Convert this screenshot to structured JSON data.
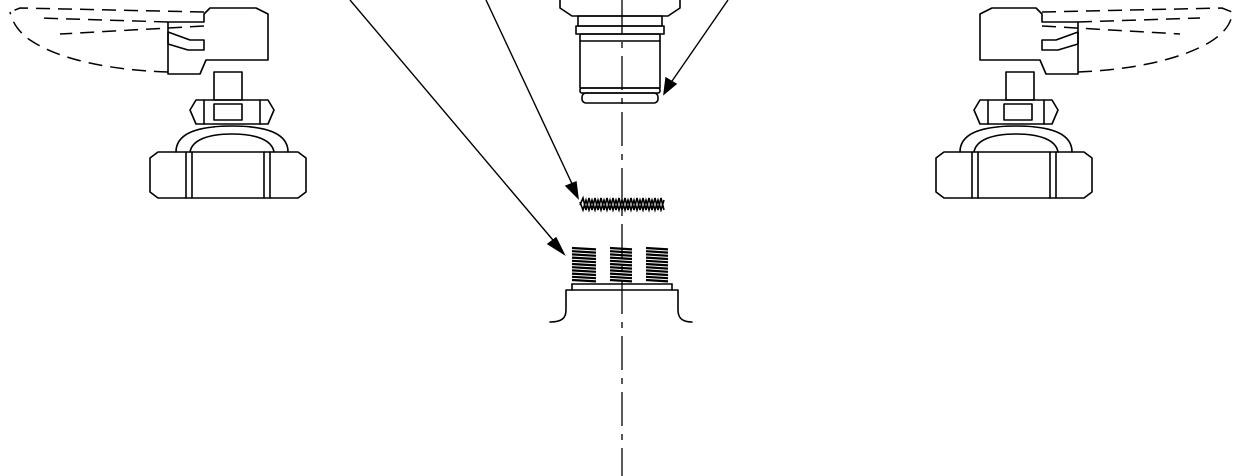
{
  "diagram": {
    "kind": "faucet-assembly-exploded-line-drawing",
    "parts": [
      "left-handle",
      "left-valve-body",
      "spout-connector",
      "o-ring-gasket",
      "threaded-nipple",
      "right-handle",
      "right-valve-body",
      "faucet-base-body"
    ],
    "leaders": 3
  },
  "colors": {
    "ink": "#000000",
    "background": "#ffffff"
  },
  "icons": [
    "handle-icon",
    "hex-nut-icon",
    "gasket-icon",
    "thread-icon"
  ]
}
